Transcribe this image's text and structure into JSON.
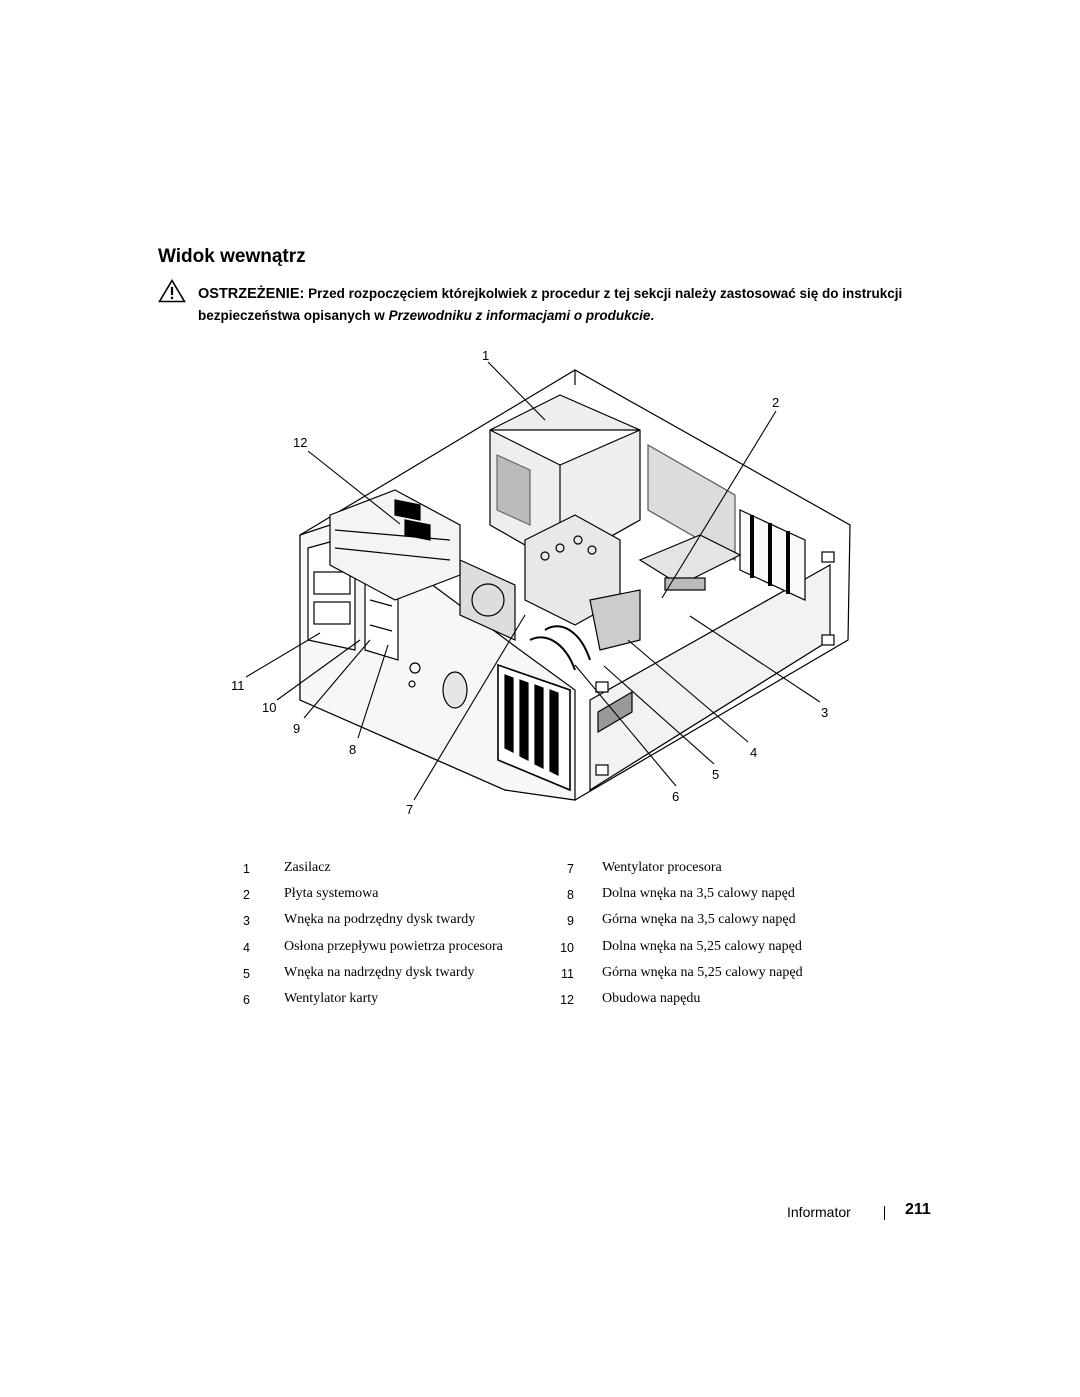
{
  "heading": "Widok wewnątrz",
  "warning": {
    "lead": "OSTRZEŻENIE:",
    "text_part1": " Przed rozpoczęciem którejkolwiek z procedur z tej sekcji należy zastosować się do instrukcji bezpieczeństwa opisanych w ",
    "italic": "Przewodniku z informacjami o produkcie",
    "text_part2": "."
  },
  "callouts": [
    "1",
    "2",
    "3",
    "4",
    "5",
    "6",
    "7",
    "8",
    "9",
    "10",
    "11",
    "12"
  ],
  "legend": {
    "left": [
      {
        "num": "1",
        "label": "Zasilacz"
      },
      {
        "num": "2",
        "label": "Płyta systemowa"
      },
      {
        "num": "3",
        "label": "Wnęka na podrzędny dysk twardy"
      },
      {
        "num": "4",
        "label": "Osłona przepływu powietrza procesora"
      },
      {
        "num": "5",
        "label": "Wnęka na nadrzędny dysk twardy"
      },
      {
        "num": "6",
        "label": "Wentylator karty"
      }
    ],
    "right": [
      {
        "num": "7",
        "label": "Wentylator procesora"
      },
      {
        "num": "8",
        "label": "Dolna wnęka na 3,5 calowy napęd"
      },
      {
        "num": "9",
        "label": "Górna wnęka na 3,5 calowy napęd"
      },
      {
        "num": "10",
        "label": "Dolna wnęka na 5,25 calowy napęd"
      },
      {
        "num": "11",
        "label": "Górna wnęka na 5,25 calowy napęd"
      },
      {
        "num": "12",
        "label": "Obudowa napędu"
      }
    ]
  },
  "footer": {
    "section": "Informator",
    "page": "211"
  }
}
